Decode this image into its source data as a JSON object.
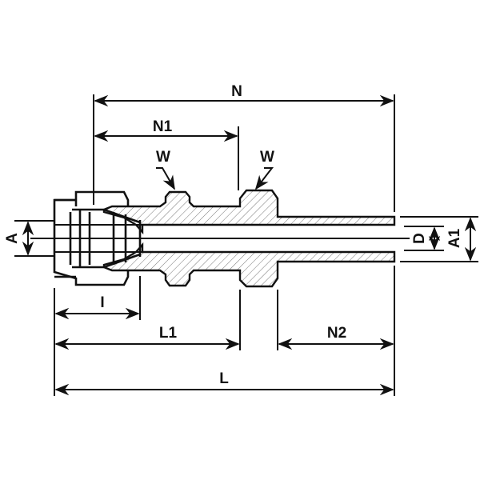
{
  "title": "Tube fitting reducer dimension drawing",
  "labels": {
    "N": "N",
    "N1": "N1",
    "W_left": "W",
    "W_right": "W",
    "A": "A",
    "D": "D",
    "A1": "A1",
    "I": "I",
    "L1": "L1",
    "N2": "N2",
    "L": "L"
  },
  "colors": {
    "line": "#111111",
    "background": "#ffffff"
  }
}
